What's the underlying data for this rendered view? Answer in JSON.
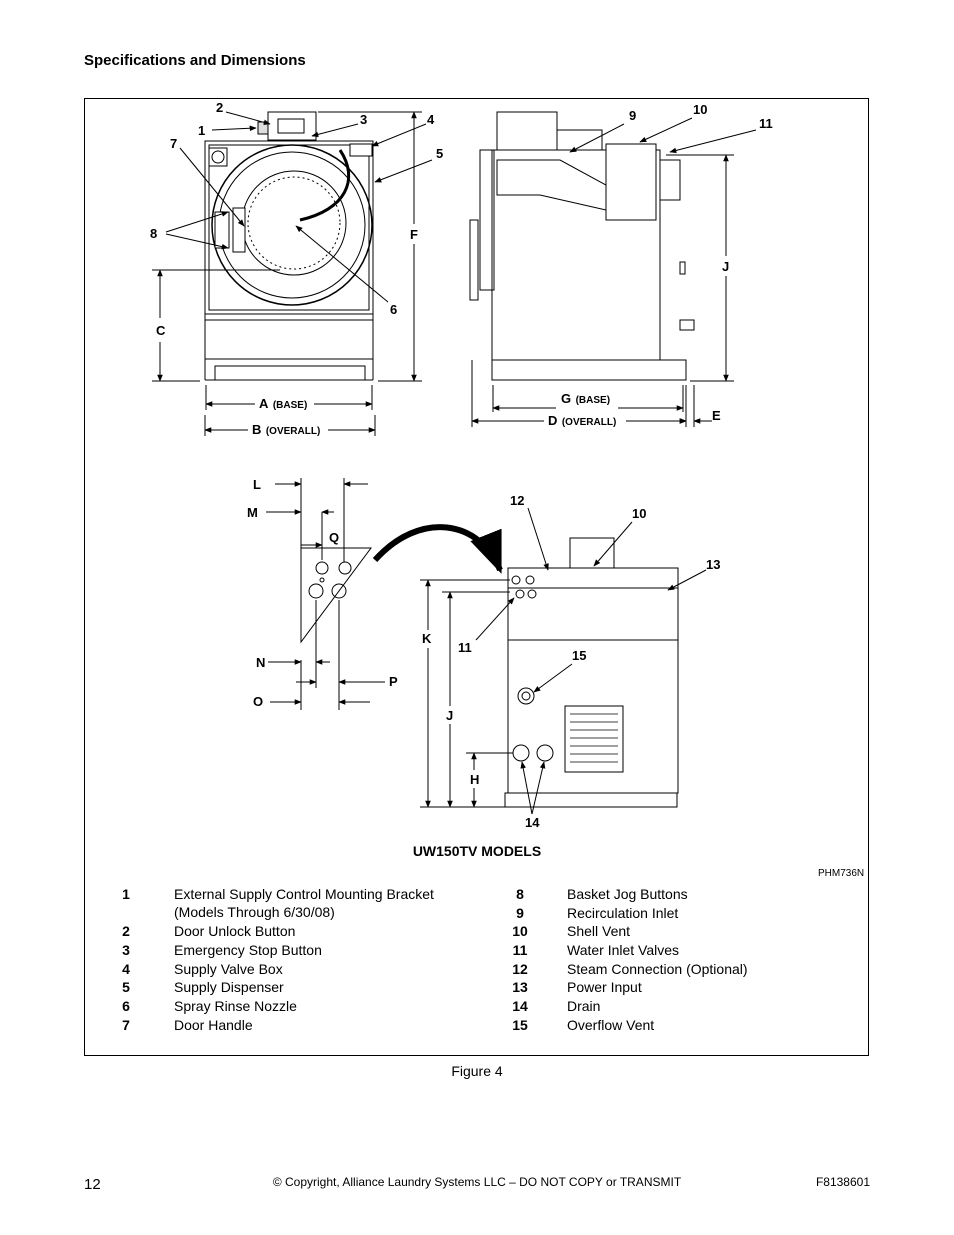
{
  "header": {
    "section_title": "Specifications and Dimensions"
  },
  "figure": {
    "model_title": "UW150TV MODELS",
    "figure_code": "PHM736N",
    "caption": "Figure 4",
    "callouts": {
      "c1": "1",
      "c2": "2",
      "c3": "3",
      "c4": "4",
      "c5": "5",
      "c6": "6",
      "c7": "7",
      "c8": "8",
      "c9": "9",
      "c10": "10",
      "c11": "11",
      "c10b": "10",
      "c11b": "11",
      "c12": "12",
      "c13": "13",
      "c14": "14",
      "c15": "15"
    },
    "dimensions": {
      "A": "A",
      "A_sub": "(BASE)",
      "B": "B",
      "B_sub": "(OVERALL)",
      "C": "C",
      "D": "D",
      "D_sub": "(OVERALL)",
      "E": "E",
      "F": "F",
      "G": "G",
      "G_sub": "(BASE)",
      "H": "H",
      "J": "J",
      "Jb": "J",
      "K": "K",
      "L": "L",
      "M": "M",
      "N": "N",
      "O": "O",
      "P": "P",
      "Q": "Q"
    }
  },
  "legend_left": [
    {
      "num": "1",
      "label": "External Supply Control Mounting Bracket",
      "label2": "(Models Through 6/30/08)"
    },
    {
      "num": "2",
      "label": "Door Unlock Button"
    },
    {
      "num": "3",
      "label": "Emergency Stop Button"
    },
    {
      "num": "4",
      "label": "Supply Valve Box"
    },
    {
      "num": "5",
      "label": "Supply Dispenser"
    },
    {
      "num": "6",
      "label": "Spray Rinse Nozzle"
    },
    {
      "num": "7",
      "label": "Door Handle"
    }
  ],
  "legend_right": [
    {
      "num": "8",
      "label": "Basket Jog Buttons"
    },
    {
      "num": "9",
      "label": "Recirculation Inlet"
    },
    {
      "num": "10",
      "label": "Shell Vent"
    },
    {
      "num": "11",
      "label": "Water Inlet Valves"
    },
    {
      "num": "12",
      "label": "Steam Connection (Optional)"
    },
    {
      "num": "13",
      "label": "Power Input"
    },
    {
      "num": "14",
      "label": "Drain"
    },
    {
      "num": "15",
      "label": "Overflow Vent"
    }
  ],
  "footer": {
    "page_number": "12",
    "copyright": "© Copyright, Alliance Laundry Systems LLC – DO NOT COPY or TRANSMIT",
    "doc_id": "F8138601"
  }
}
